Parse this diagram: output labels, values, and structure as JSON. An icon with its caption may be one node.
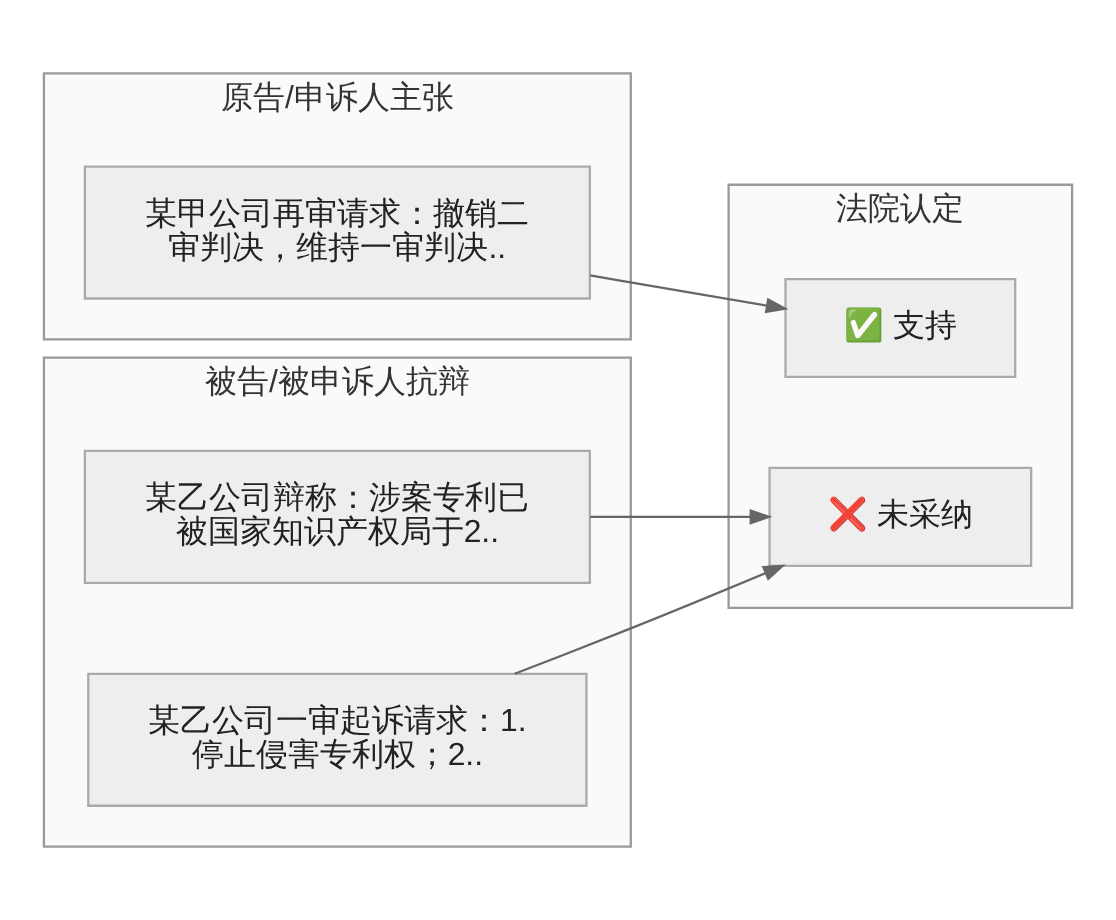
{
  "diagram": {
    "nodes": [
      {
        "text": [
          "原告/申诉人主张"
        ]
      },
      {
        "text": [
          "某甲公司再审请求：撤销二审判决，维持一审判决.."
        ],
        "in": 0
      },
      {
        "text": [
          "法院认定"
        ]
      },
      {
        "text": [
          "✅ 支持"
        ],
        "in": 2
      },
      {
        "text": [
          "被告/被申诉人抗辩"
        ]
      },
      {
        "text": [
          "某乙公司辩称：涉案专利已被国家知识产权局于2.."
        ],
        "in": 4
      },
      {
        "text": [
          "❌ 未采纳"
        ],
        "in": 2
      },
      {
        "text": [
          "某乙公司一审起诉请求：1.停止侵害专利权；2.."
        ],
        "in": 4
      }
    ],
    "edges": [
      {
        "from": 1,
        "to": 3,
        "arrow": "to"
      },
      {
        "from": 5,
        "to": 6,
        "arrow": "to"
      },
      {
        "from": 7,
        "to": 6,
        "arrow": "to"
      }
    ]
  }
}
